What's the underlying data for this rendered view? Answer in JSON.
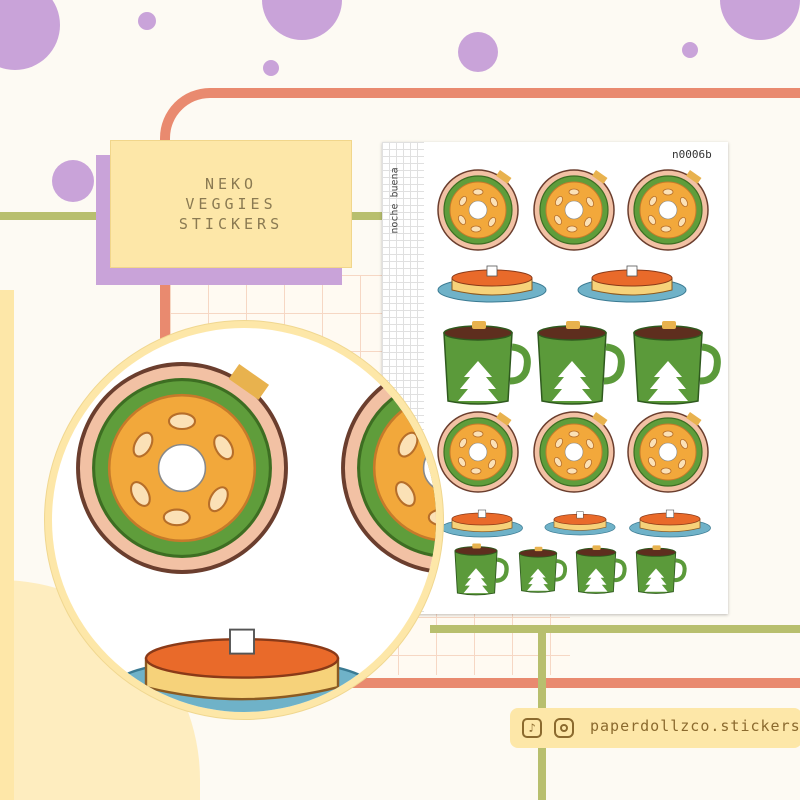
{
  "title_card": {
    "line1": "NEKO",
    "line2": "VEGGIES",
    "line3": "STICKERS"
  },
  "sheet": {
    "code": "n0006b",
    "side_label": "noche buena"
  },
  "social": {
    "handle": "paperdollzco.stickers",
    "icons": [
      "tiktok-icon",
      "instagram-icon"
    ]
  },
  "colors": {
    "lilac": "#c9a3d9",
    "cream": "#fde7a8",
    "coral": "#e98a6f",
    "olive": "#b8bf6e",
    "tart_orange": "#f2a83b",
    "mug_green": "#5b9a3a",
    "plate_blue": "#6fb2c8"
  }
}
